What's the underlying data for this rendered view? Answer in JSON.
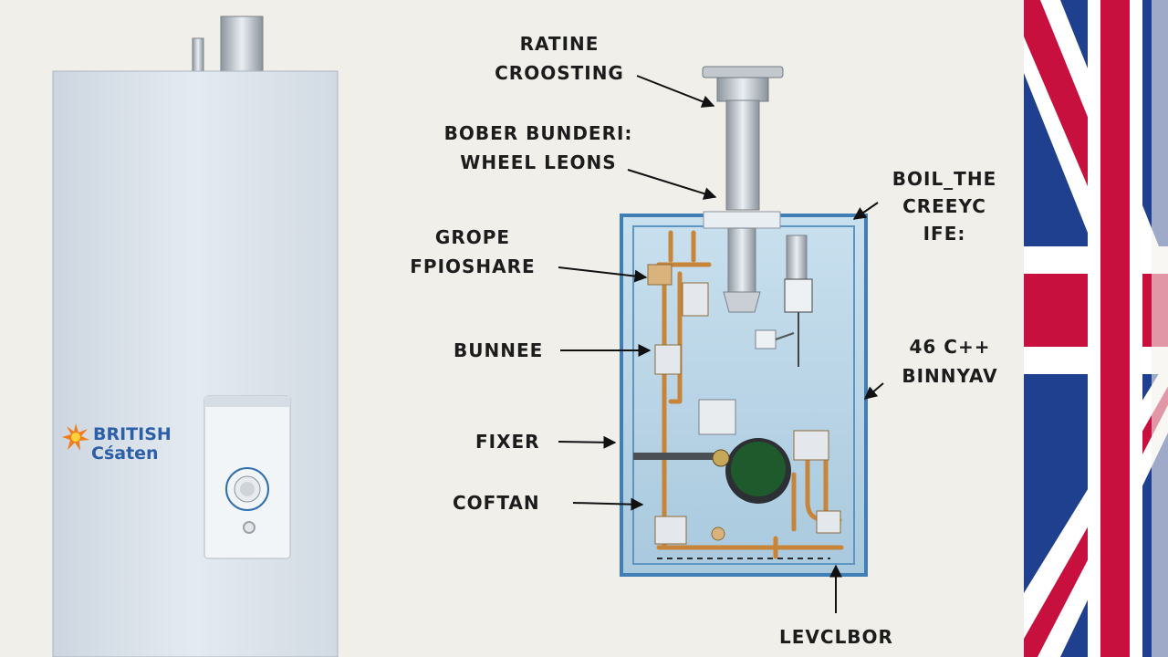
{
  "brand": {
    "line1": "BRITISH",
    "line2": "Cśaten"
  },
  "labels": {
    "top_l1": "RATINE",
    "top_l2": "CROOSTING",
    "upper_l1": "BOBER BUNDERI:",
    "upper_l2": "WHEEL LEONS",
    "grope_l1": "GROPE",
    "grope_l2": "FPIOSHARE",
    "bunnee": "BUNNEE",
    "fixer": "FIXER",
    "coftan": "COFTAN",
    "right_top_l1": "BOIL_THE",
    "right_top_l2": "CREEYC",
    "right_top_l3": "IFE:",
    "right_mid_l1": "46 C++",
    "right_mid_l2": "BINNYAV",
    "bottom": "LEVCLBOR"
  },
  "colors": {
    "background": "#f1efea",
    "boiler_body": "#dfe6ee",
    "panel_fill": "#b9d5e6",
    "panel_border": "#3f7fb5",
    "copper": "#c8853a",
    "green_knob": "#1f5a2c",
    "flag_blue": "#1f3f8f",
    "flag_red": "#c8102e"
  },
  "icons": [
    "flame-star-icon",
    "control-knob-icon",
    "union-flag-icon"
  ]
}
